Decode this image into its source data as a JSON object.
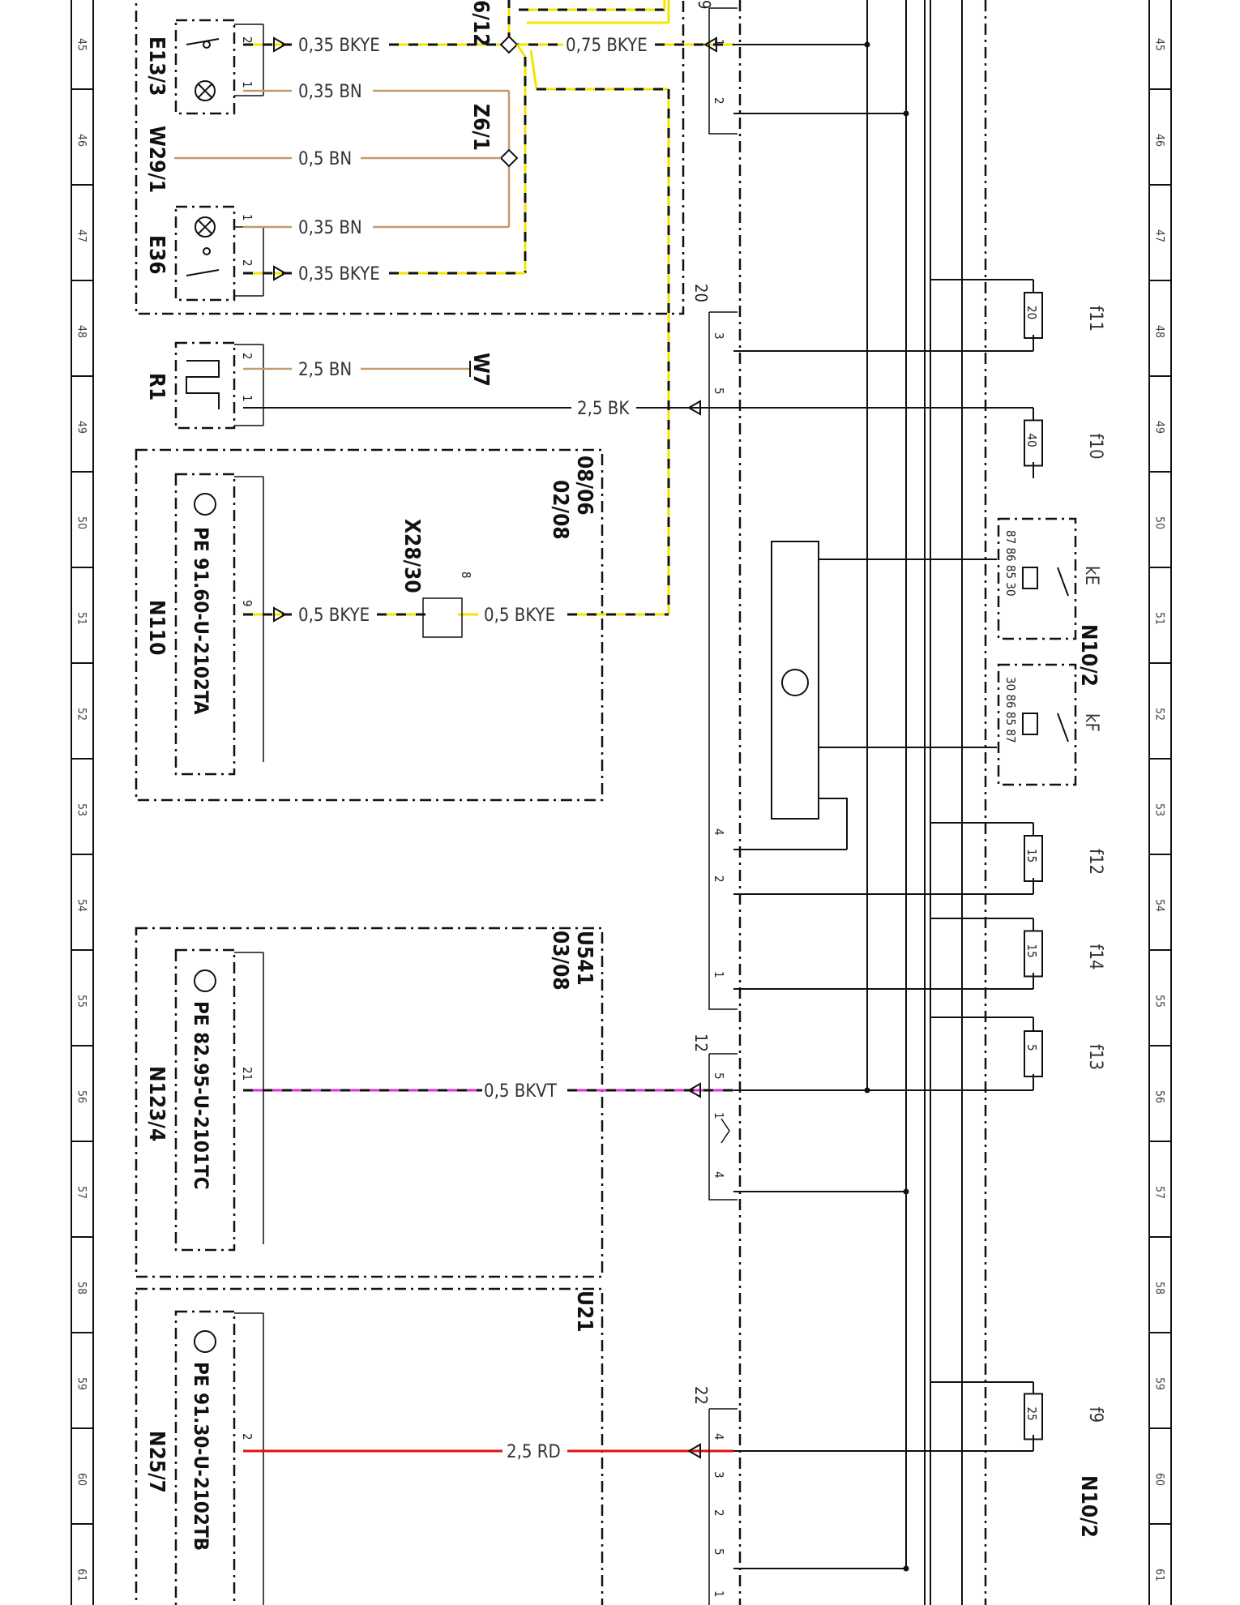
{
  "ruler": {
    "numbers": [
      "45",
      "46",
      "47",
      "48",
      "49",
      "50",
      "51",
      "52",
      "53",
      "54",
      "55",
      "56",
      "57",
      "58",
      "59",
      "60",
      "61"
    ]
  },
  "components": {
    "e13_3": "E13/3",
    "w29_1": "W29/1",
    "e36": "E36",
    "r1": "R1",
    "z6_1": "Z6/1",
    "z_top": "6/12",
    "w7": "W7",
    "x28_30": "X28/30",
    "n110": "N110",
    "n123_4": "N123/4",
    "n25_7": "N25/7",
    "n10_2_top": "N10/2",
    "n10_2_bottom": "N10/2",
    "u541": "U541",
    "u21": "U21",
    "date_n110_a": "08/06",
    "date_n110_b": "02/08",
    "date_n123": "03/08"
  },
  "part_numbers": {
    "n110": "PE 91.60-U-2102TA",
    "n123_4": "PE 82.95-U-2101TC",
    "n25_7": "PE 91.30-U-2102TB"
  },
  "wires": {
    "w1": "0,35 BKYE",
    "w2": "0,75 BKYE",
    "w3": "0,35 BN",
    "w4": "0,5 BN",
    "w5": "0,35 BN",
    "w6": "0,35 BKYE",
    "w7": "2,5 BN",
    "w8": "2,5 BK",
    "w9": "0,5 BKYE",
    "w10": "0,5 BKYE",
    "w11": "0,5 BKVT",
    "w12": "2,5 RD"
  },
  "connectors": {
    "c9": "9",
    "c20": "20",
    "c12": "12",
    "c22": "22",
    "x28_pin": "8"
  },
  "fuses": [
    {
      "name": "f11",
      "value": "20"
    },
    {
      "name": "f10",
      "value": "40"
    },
    {
      "name": "f12",
      "value": "15"
    },
    {
      "name": "f14",
      "value": "15"
    },
    {
      "name": "f13",
      "value": "5"
    },
    {
      "name": "f9",
      "value": "25"
    }
  ],
  "relays": [
    {
      "name": "kE",
      "pins": "87 86 85 30"
    },
    {
      "name": "kF",
      "pins": "30 86 85 87"
    }
  ],
  "colors": {
    "yellow": "#f2e600",
    "brown": "#c49a6c",
    "black": "#111111",
    "magenta": "#e030d8",
    "red": "#e01010"
  }
}
